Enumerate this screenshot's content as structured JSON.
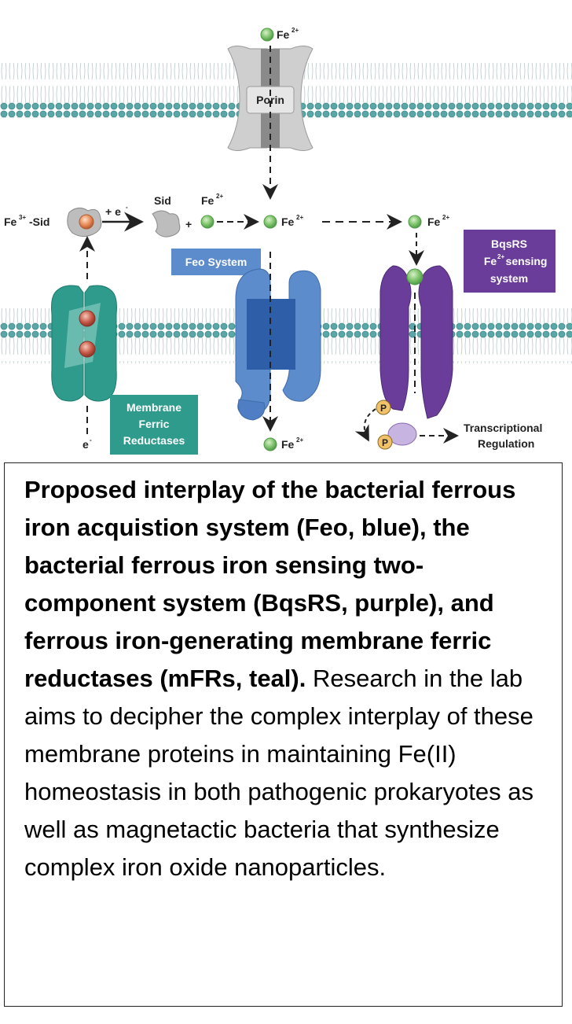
{
  "diagram": {
    "ion_fe2": "Fe",
    "ion_fe2_charge": "2+",
    "ion_fe3_sid": "Fe",
    "ion_fe3_charge": "3+",
    "ion_fe3_suffix": "-Sid",
    "sid_label": "Sid",
    "electron_label": "e",
    "electron_charge": "-",
    "plus_electron": "+ e",
    "plus_sign": "+",
    "porin_label": "Porin",
    "feo_label": "Feo System",
    "bqsrs_label_line1": "BqsRS",
    "bqsrs_label_line2": "Fe",
    "bqsrs_label_line2_sup": "2+",
    "bqsrs_label_line2_rest": " sensing",
    "bqsrs_label_line3": "system",
    "mfr_label_line1": "Membrane",
    "mfr_label_line2": "Ferric",
    "mfr_label_line3": "Reductases",
    "phospho_label": "P",
    "transcription_line1": "Transcriptional",
    "transcription_line2": "Regulation",
    "colors": {
      "feo_blue": "#4f7ec4",
      "feo_dark": "#2f5ea8",
      "bqsrs_purple": "#6a3d9a",
      "mfr_teal": "#2e9b8c",
      "lipid_head": "#5ba6a6",
      "fe_green": "#7cc26a",
      "heme_red": "#c85a4a",
      "porin_gray": "#cfcfcf",
      "phospho_yellow": "#f1c26a"
    }
  },
  "caption": {
    "bold_text": "Proposed interplay of the bacterial ferrous iron acquistion system (Feo, blue), the bacterial ferrous iron sensing two-component system (BqsRS, purple), and ferrous iron-generating membrane ferric reductases (mFRs, teal).",
    "normal_text": " Research in the lab aims to decipher the complex interplay of these membrane proteins in maintaining Fe(II) homeostasis in both pathogenic prokaryotes as well as magnetactic bacteria that synthesize complex iron oxide nanoparticles."
  }
}
